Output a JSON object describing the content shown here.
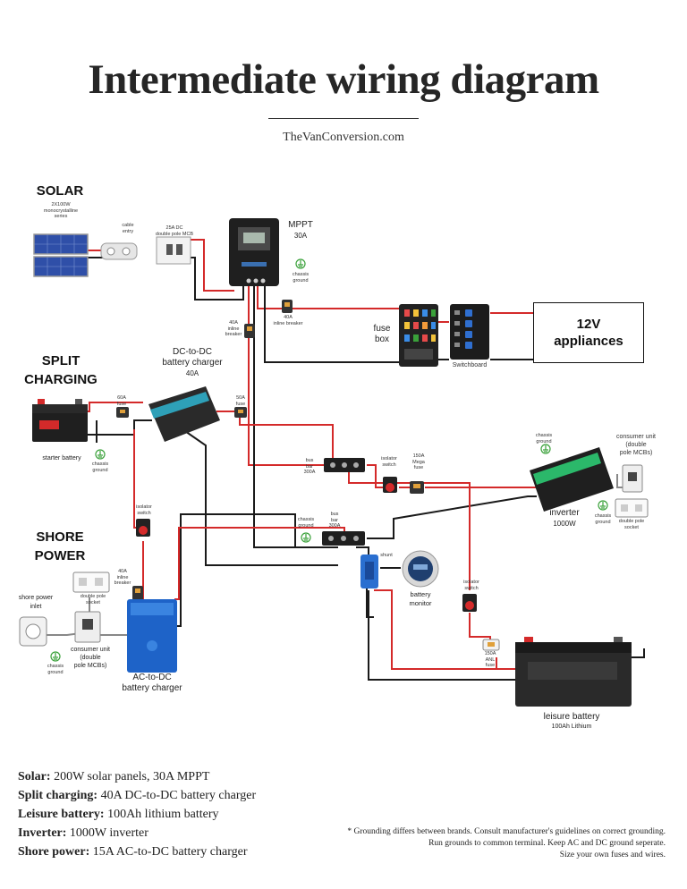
{
  "header": {
    "title": "Intermediate wiring diagram",
    "site": "TheVanConversion.com"
  },
  "sections": {
    "solar": "SOLAR",
    "split": [
      "SPLIT",
      "CHARGING"
    ],
    "shore": [
      "SHORE",
      "POWER"
    ]
  },
  "labels": {
    "solar_panels": [
      "2X100W",
      "monocrystalline",
      "series"
    ],
    "cable_entry": [
      "cable",
      "entry"
    ],
    "dc_mcb": [
      "25A DC",
      "double pole MCB"
    ],
    "mppt": [
      "MPPT",
      "30A"
    ],
    "chassis_ground_mppt": [
      "chassis",
      "ground"
    ],
    "inline_fuse_40a": [
      "40A",
      "inline",
      "breaker"
    ],
    "mega_fuse_40a": [
      "40A",
      "inline breaker"
    ],
    "fuse_box": [
      "fuse",
      "box"
    ],
    "switchboard": "Switchboard",
    "appliances": [
      "12V",
      "appliances"
    ],
    "dc_charger": [
      "DC-to-DC",
      "battery charger",
      "40A"
    ],
    "fuse_60a": [
      "60A",
      "fuse"
    ],
    "fuse_50a": [
      "50A",
      "fuse"
    ],
    "starter_battery": "starter battery",
    "chassis_ground_starter": [
      "chassis",
      "ground"
    ],
    "bus_bar_top": [
      "bus",
      "bar",
      "300A"
    ],
    "isolator_top": [
      "isolator",
      "switch"
    ],
    "mega_fuse_150a": [
      "150A",
      "Mega",
      "fuse"
    ],
    "chassis_ground_inverter": [
      "chassis",
      "ground"
    ],
    "consumer_unit_right": [
      "consumer unit",
      "(double",
      "pole MCBs)"
    ],
    "inverter": [
      "inverter",
      "1000W"
    ],
    "chassis_ground_cu": [
      "chassis",
      "ground"
    ],
    "double_socket_right": [
      "double pole",
      "socket"
    ],
    "isolator_left": [
      "isolator",
      "switch"
    ],
    "chassis_ground_bus": [
      "chassis",
      "ground"
    ],
    "bus_bar_bottom": [
      "bus",
      "bar",
      "300A"
    ],
    "shunt": "shunt",
    "battery_monitor": [
      "battery",
      "monitor"
    ],
    "inline_breaker_40a": [
      "40A",
      "inline",
      "breaker"
    ],
    "double_socket_left": [
      "double pole",
      "socket"
    ],
    "shore_inlet": [
      "shore power",
      "inlet"
    ],
    "consumer_unit_left": [
      "consumer unit",
      "(double",
      "pole MCBs)"
    ],
    "chassis_ground_shore": [
      "chassis",
      "ground"
    ],
    "ac_charger": [
      "AC-to-DC",
      "battery charger"
    ],
    "isolator_right": [
      "isolator",
      "switch"
    ],
    "anl_fuse": [
      "150A",
      "ANL",
      "fuse"
    ],
    "leisure_battery": [
      "leisure battery",
      "100Ah Lithium"
    ]
  },
  "summary": [
    {
      "key": "Solar:",
      "value": " 200W solar panels, 30A MPPT"
    },
    {
      "key": "Split charging:",
      "value": " 40A DC-to-DC battery charger"
    },
    {
      "key": "Leisure battery:",
      "value": " 100Ah lithium battery"
    },
    {
      "key": "Inverter:",
      "value": " 1000W inverter"
    },
    {
      "key": "Shore power:",
      "value": " 15A AC-to-DC battery charger"
    }
  ],
  "note": [
    "* Grounding differs between brands. Consult manufacturer's guidelines on correct grounding.",
    "Run grounds to common terminal. Keep AC and DC ground seperate.",
    "Size your own fuses and wires."
  ],
  "colors": {
    "positive": "#d42a2a",
    "negative": "#1a1a1a",
    "ground": "#3aa13a",
    "ac_live": "#333333"
  }
}
